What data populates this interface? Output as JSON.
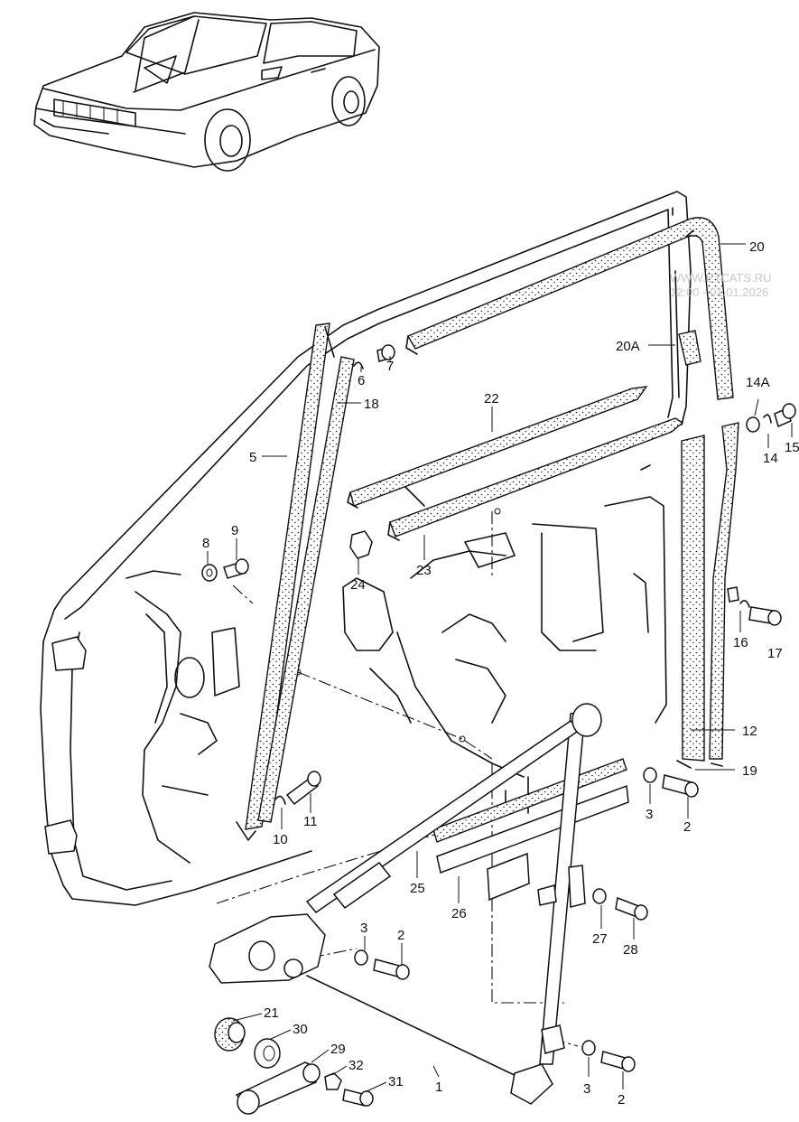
{
  "watermark": {
    "line1": "WWW.ETCATS.RU",
    "line2": "12:00 - 01.01.2026"
  },
  "callouts": [
    {
      "id": "20",
      "label": "20"
    },
    {
      "id": "20A",
      "label": "20A"
    },
    {
      "id": "14A",
      "label": "14A"
    },
    {
      "id": "14",
      "label": "14"
    },
    {
      "id": "15",
      "label": "15"
    },
    {
      "id": "6",
      "label": "6"
    },
    {
      "id": "7",
      "label": "7"
    },
    {
      "id": "18",
      "label": "18"
    },
    {
      "id": "5",
      "label": "5"
    },
    {
      "id": "22",
      "label": "22"
    },
    {
      "id": "23",
      "label": "23"
    },
    {
      "id": "24",
      "label": "24"
    },
    {
      "id": "8",
      "label": "8"
    },
    {
      "id": "9",
      "label": "9"
    },
    {
      "id": "16",
      "label": "16"
    },
    {
      "id": "17",
      "label": "17"
    },
    {
      "id": "12",
      "label": "12"
    },
    {
      "id": "19",
      "label": "19"
    },
    {
      "id": "3a",
      "label": "3"
    },
    {
      "id": "2a",
      "label": "2"
    },
    {
      "id": "11",
      "label": "11"
    },
    {
      "id": "10",
      "label": "10"
    },
    {
      "id": "25",
      "label": "25"
    },
    {
      "id": "26",
      "label": "26"
    },
    {
      "id": "27",
      "label": "27"
    },
    {
      "id": "28",
      "label": "28"
    },
    {
      "id": "3b",
      "label": "3"
    },
    {
      "id": "2b",
      "label": "2"
    },
    {
      "id": "21",
      "label": "21"
    },
    {
      "id": "30",
      "label": "30"
    },
    {
      "id": "29",
      "label": "29"
    },
    {
      "id": "32",
      "label": "32"
    },
    {
      "id": "31",
      "label": "31"
    },
    {
      "id": "1",
      "label": "1"
    },
    {
      "id": "3c",
      "label": "3"
    },
    {
      "id": "2c",
      "label": "2"
    }
  ]
}
